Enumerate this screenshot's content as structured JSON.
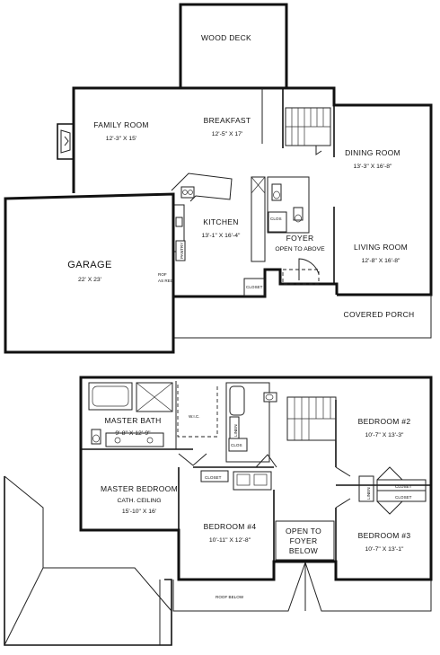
{
  "first_floor": {
    "wood_deck": "WOOD DECK",
    "family_room": {
      "name": "FAMILY ROOM",
      "dims": "12'-3\" X 15'"
    },
    "breakfast": {
      "name": "BREAKFAST",
      "dims": "12'-5\" X 17'"
    },
    "dining_room": {
      "name": "DINING ROOM",
      "dims": "13'-3\" X 16'-8\""
    },
    "kitchen": {
      "name": "KITCHEN",
      "dims": "13'-1\" X 16'-4\""
    },
    "foyer": {
      "name": "FOYER",
      "note": "OPEN TO ABOVE"
    },
    "living_room": {
      "name": "LIVING ROOM",
      "dims": "12'-8\" X 16'-8\""
    },
    "garage": {
      "name": "GARAGE",
      "dims": "22' X 23'"
    },
    "covered_porch": "COVERED PORCH",
    "pantry": "PANTRY",
    "closet": "CLOSET",
    "clos": "CLOS",
    "rof": "ROF",
    "as_req": "AS REQ"
  },
  "second_floor": {
    "master_bath": {
      "name": "MASTER BATH",
      "dims": "9'-8\" X 12'-9\""
    },
    "wic": "W.I.C.",
    "master_bedroom": {
      "name": "MASTER BEDROOM",
      "note": "CATH. CEILING",
      "dims": "15'-10\" X 16'"
    },
    "bedroom2": {
      "name": "BEDROOM #2",
      "dims": "10'-7\" X 13'-3\""
    },
    "bedroom3": {
      "name": "BEDROOM #3",
      "dims": "10'-7\" X 13'-1\""
    },
    "bedroom4": {
      "name": "BEDROOM #4",
      "dims": "10'-11\" X 12'-8\""
    },
    "open_to_foyer": [
      "OPEN TO",
      "FOYER",
      "BELOW"
    ],
    "roof_below": "ROOF BELOW",
    "closet": "CLOSET",
    "linen": "LINEN",
    "clos": "CLOS"
  }
}
